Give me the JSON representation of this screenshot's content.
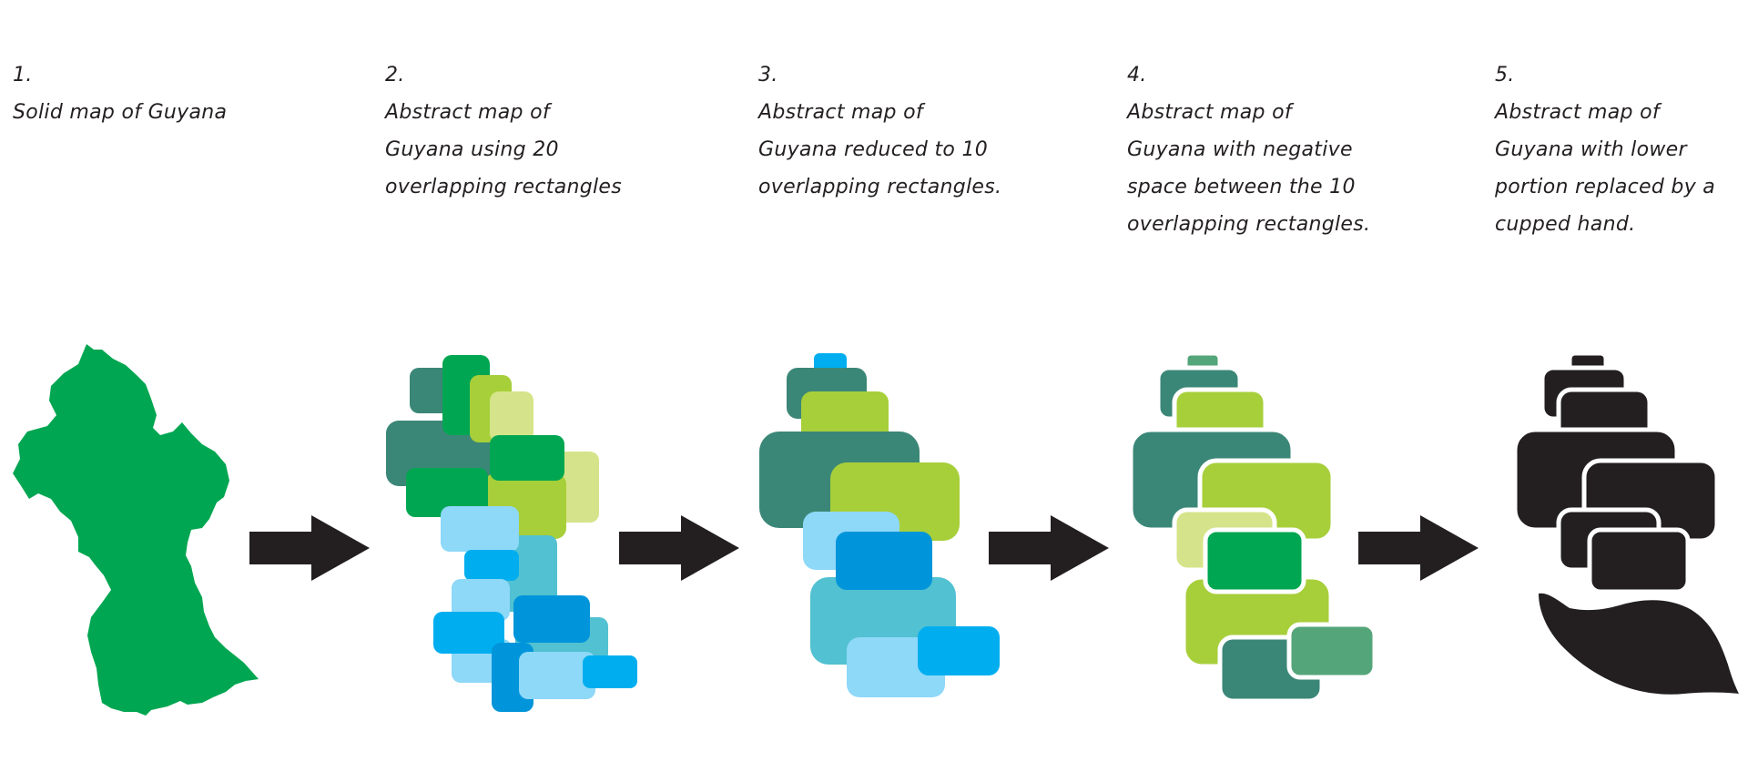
{
  "steps": [
    {
      "number": "1.",
      "lines": [
        "Solid map of Guyana"
      ]
    },
    {
      "number": "2.",
      "lines": [
        "Abstract map of",
        "Guyana using 20",
        "overlapping rectangles"
      ]
    },
    {
      "number": "3.",
      "lines": [
        "Abstract map of",
        "Guyana reduced to 10",
        "overlapping rectangles."
      ]
    },
    {
      "number": "4.",
      "lines": [
        "Abstract map of",
        "Guyana with negative",
        "space between the 10",
        "overlapping rectangles."
      ]
    },
    {
      "number": "5.",
      "lines": [
        "Abstract map of",
        "Guyana with lower",
        "portion replaced by a",
        "cupped hand."
      ]
    }
  ],
  "icons": {
    "map": "guyana-map-icon",
    "arrow": "right-arrow-icon",
    "hand": "cupped-hand-icon"
  },
  "colors": {
    "text": "#231f20",
    "solid_map": "#00a651",
    "dark_teal": "#3b8777",
    "green": "#00a651",
    "lime": "#a7cf3a",
    "pale_lime": "#d5e48a",
    "aqua": "#52c1d1",
    "light_blue": "#8ed8f8",
    "sky_blue": "#00aeef",
    "mid_blue": "#0095da",
    "sage": "#55a57a",
    "black": "#231f20"
  }
}
